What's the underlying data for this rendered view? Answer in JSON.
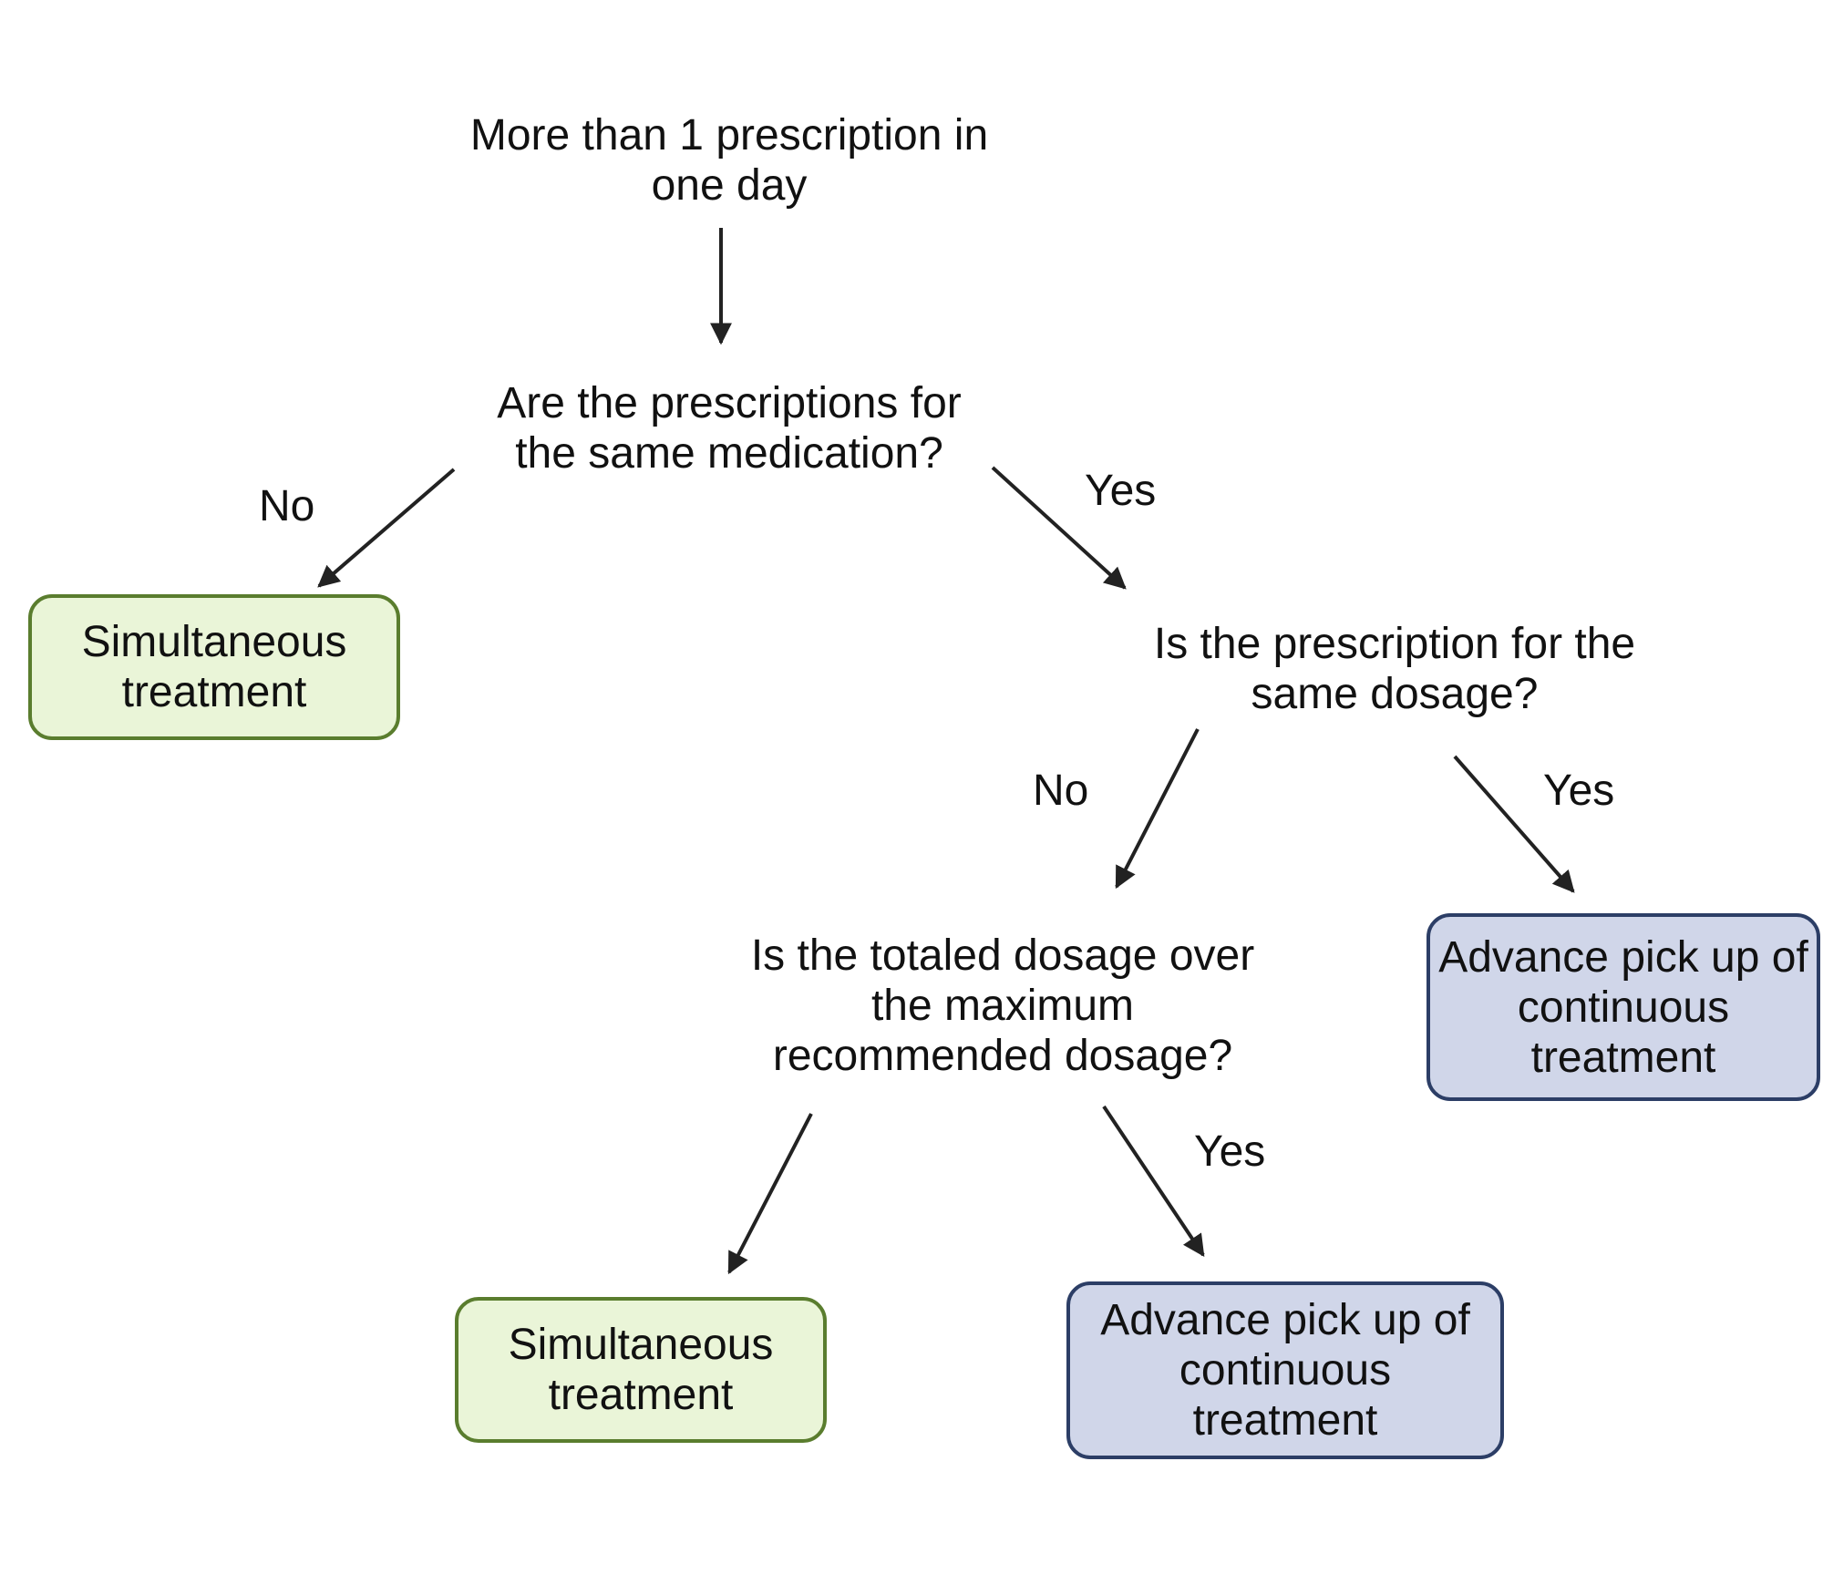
{
  "nodes": {
    "start": "More than 1 prescription in\none day",
    "q_same_medication": "Are the prescriptions for\nthe same medication?",
    "q_same_dosage": "Is the prescription for the\nsame dosage?",
    "q_over_max": "Is the totaled dosage over\nthe maximum\nrecommended dosage?",
    "outcome_simultaneous_1": "Simultaneous\ntreatment",
    "outcome_simultaneous_2": "Simultaneous\ntreatment",
    "outcome_advance_1": "Advance pick up of\ncontinuous\ntreatment",
    "outcome_advance_2": "Advance pick up of\ncontinuous\ntreatment"
  },
  "edge_labels": {
    "medication_no": "No",
    "medication_yes": "Yes",
    "dosage_no": "No",
    "dosage_yes": "Yes",
    "max_yes": "Yes"
  },
  "colors": {
    "arrow": "#222222",
    "simultaneous_fill": "#eaf5d8",
    "simultaneous_border": "#5a7d2e",
    "advance_fill": "#d0d6e9",
    "advance_border": "#2c3e66"
  }
}
